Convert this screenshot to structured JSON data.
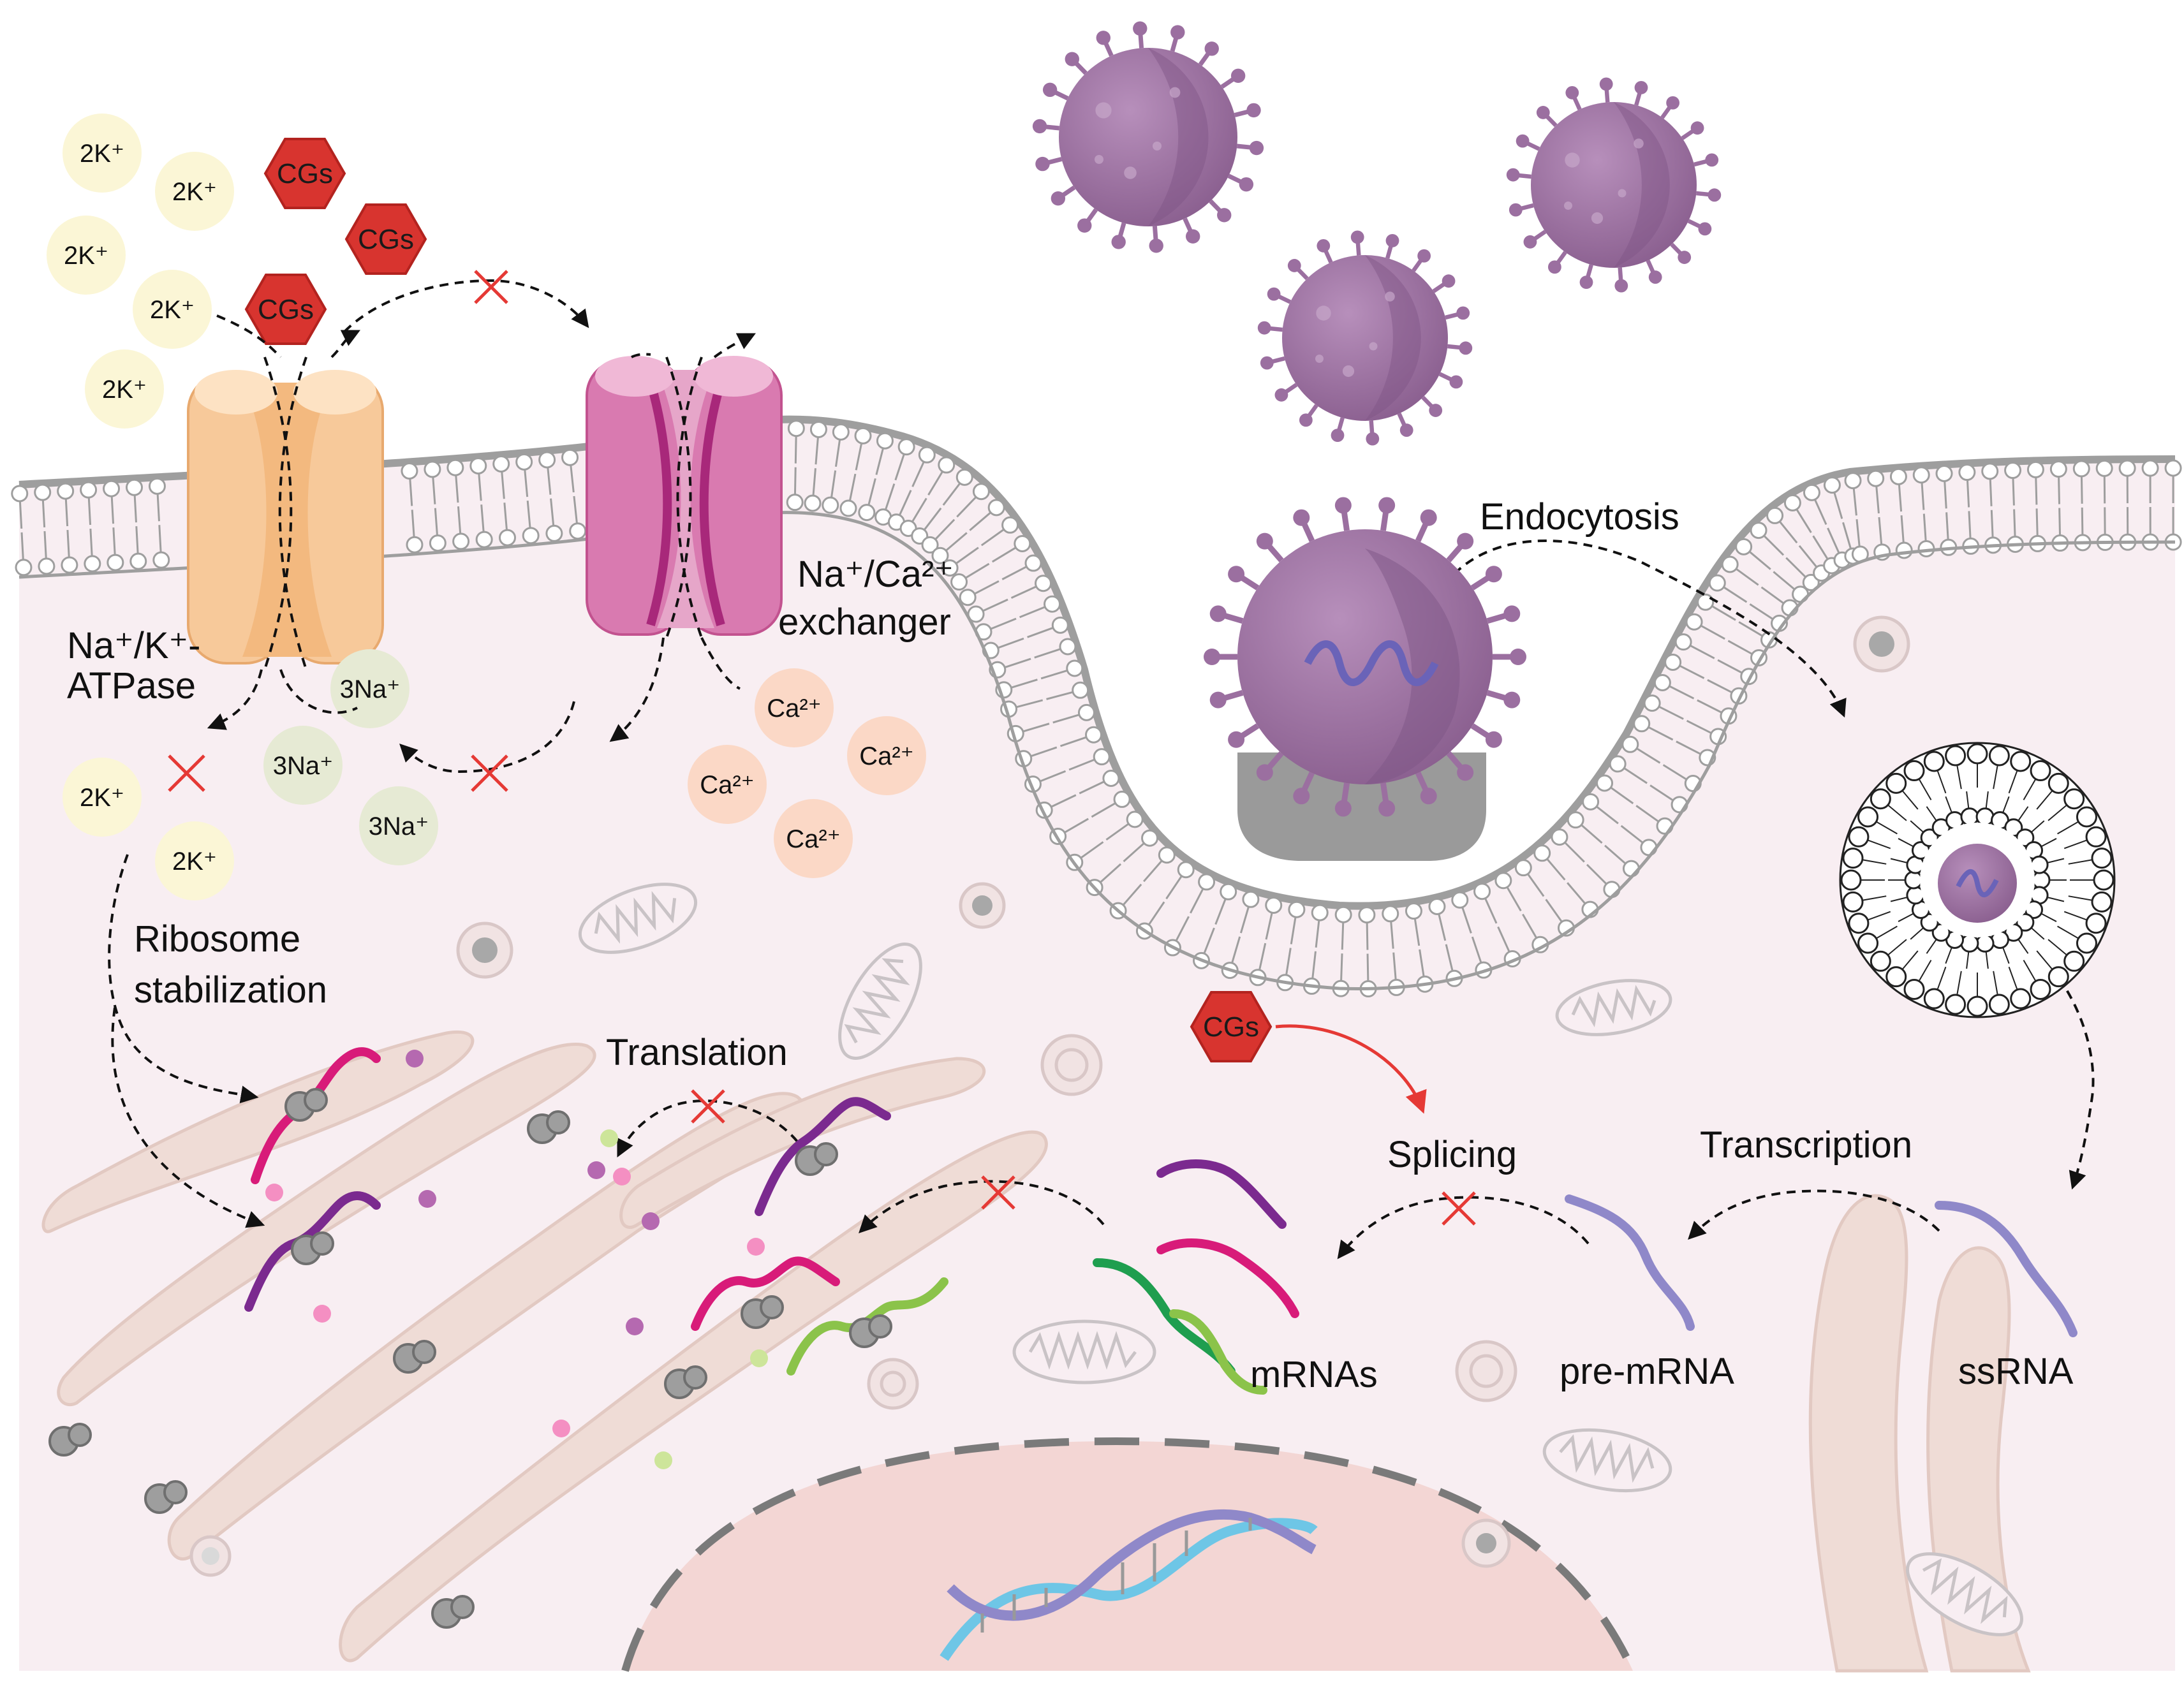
{
  "labels": {
    "atpase_line1": "Na⁺/K⁺-",
    "atpase_line2": "ATPase",
    "exchanger_line1": "Na⁺/Ca²⁺",
    "exchanger_line2": "exchanger",
    "endocytosis": "Endocytosis",
    "ribosome_line1": "Ribosome",
    "ribosome_line2": "stabilization",
    "translation": "Translation",
    "splicing": "Splicing",
    "transcription": "Transcription",
    "mrnas": "mRNAs",
    "pre_mrna": "pre-mRNA",
    "ssrna": "ssRNA"
  },
  "ions": {
    "k_out": [
      "2K⁺",
      "2K⁺",
      "2K⁺",
      "2K⁺",
      "2K⁺"
    ],
    "k_in": [
      "2K⁺",
      "2K⁺"
    ],
    "na_in": [
      "3Na⁺",
      "3Na⁺",
      "3Na⁺"
    ],
    "ca_in": [
      "Ca²⁺",
      "Ca²⁺",
      "Ca²⁺",
      "Ca²⁺"
    ]
  },
  "drug": {
    "label": "CGs"
  },
  "colors": {
    "background_cell": "#f8eef2",
    "membrane_line": "#9e9e9e",
    "atpase": "#f7c99a",
    "exchanger": "#d97ab0",
    "virus": "#9b6fa0",
    "cg_hexagon": "#d8342f",
    "k_ion": "#fbf6d6",
    "na_ion": "#e6ead4",
    "ca_ion": "#fbd8c6",
    "er": "#efdcd6",
    "nucleus": "#f3d6d4",
    "inhibition_cross": "#e53935",
    "splicing_arrow": "#e53935"
  }
}
